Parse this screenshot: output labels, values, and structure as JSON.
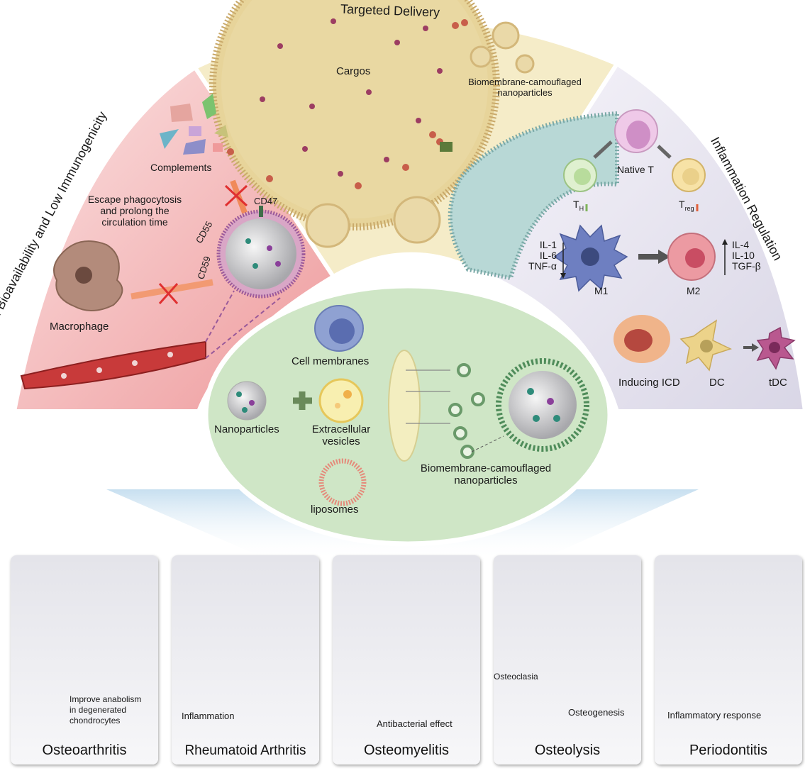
{
  "sections": {
    "targeted_delivery": {
      "title": "Targeted Delivery",
      "cargos": "Cargos",
      "bmnp_line1": "Biomembrane-camouflaged",
      "bmnp_line2": "nanoparticles"
    },
    "bioavailability": {
      "title": "High Bioavailability and Low Immunogenicity",
      "complements": "Complements",
      "escape_line1": "Escape phagocytosis",
      "escape_line2": "and prolong the",
      "escape_line3": "circulation time",
      "cd47": "CD47",
      "cd55": "CD55",
      "cd59": "CD59",
      "macrophage": "Macrophage"
    },
    "inflammation": {
      "title": "Inflammation Regulation",
      "native_t": "Native T",
      "th": "T",
      "th_sub": "H",
      "treg": "T",
      "treg_sub": "reg",
      "left_cytokines": [
        "IL-1",
        "IL-6",
        "TNF-α"
      ],
      "right_cytokines": [
        "IL-4",
        "IL-10",
        "TGF-β"
      ],
      "m1": "M1",
      "m2": "M2",
      "icd": "Inducing ICD",
      "dc": "DC",
      "tdc": "tDC"
    },
    "center": {
      "cell_membranes": "Cell membranes",
      "nanoparticles": "Nanoparticles",
      "ev_line1": "Extracellular",
      "ev_line2": "vesicles",
      "liposomes": "liposomes",
      "bmnp_line1": "Biomembrane-camouflaged",
      "bmnp_line2": "nanoparticles"
    }
  },
  "diseases": [
    {
      "title": "Osteoarthritis",
      "notes": [
        "Improve anabolism",
        "in degenerated",
        "chondrocytes"
      ]
    },
    {
      "title": "Rheumatoid Arthritis",
      "notes": [
        "Inflammation"
      ]
    },
    {
      "title": "Osteomyelitis",
      "notes": [
        "Antibacterial effect"
      ]
    },
    {
      "title": "Osteolysis",
      "notes": [
        "Osteoclasia",
        "Osteogenesis"
      ]
    },
    {
      "title": "Periodontitis",
      "notes": [
        "Inflammatory response"
      ]
    }
  ],
  "colors": {
    "left_sector": "#f2b8b8",
    "top_sector": "#f5ecc8",
    "right_sector": "#e4e1ee",
    "center_oval": "#cfe6c6",
    "card_bg": "#ececf0",
    "accent_arrow": "#f08a7a"
  }
}
